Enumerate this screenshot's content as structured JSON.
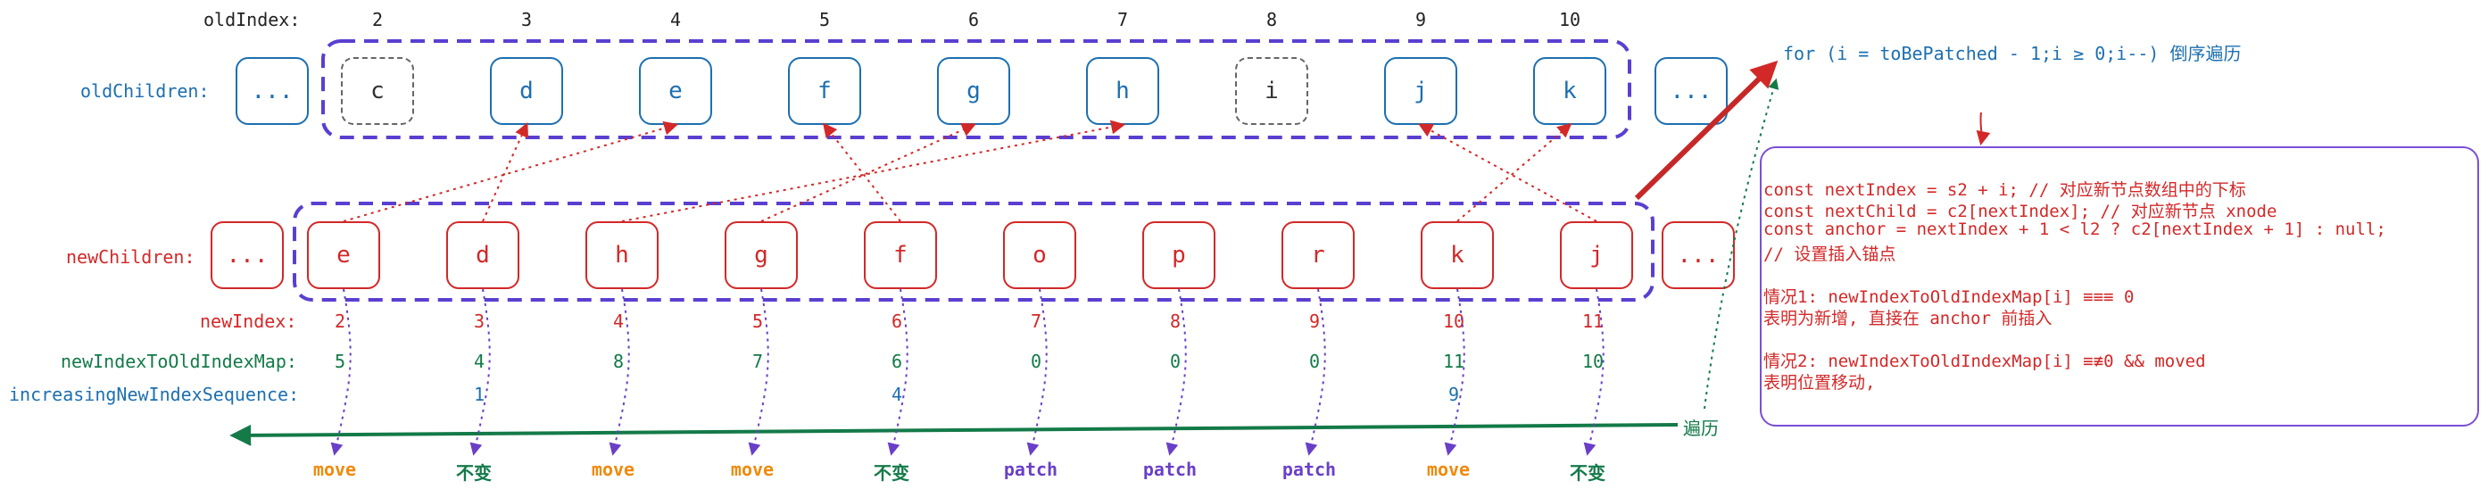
{
  "labels": {
    "old_index": "oldIndex:",
    "old_children": "oldChildren:",
    "new_children": "newChildren:",
    "new_index": "newIndex:",
    "map": "newIndexToOldIndexMap:",
    "sequence": "increasingNewIndexSequence:",
    "traverse": "遍历"
  },
  "ellipsis": "...",
  "old_indices": [
    "2",
    "3",
    "4",
    "5",
    "6",
    "7",
    "8",
    "9",
    "10"
  ],
  "old_nodes": [
    "c",
    "d",
    "e",
    "f",
    "g",
    "h",
    "i",
    "j",
    "k"
  ],
  "new_nodes": [
    "e",
    "d",
    "h",
    "g",
    "f",
    "o",
    "p",
    "r",
    "k",
    "j"
  ],
  "new_indices": [
    "2",
    "3",
    "4",
    "5",
    "6",
    "7",
    "8",
    "9",
    "10",
    "11"
  ],
  "map_values": [
    "5",
    "4",
    "8",
    "7",
    "6",
    "0",
    "0",
    "0",
    "11",
    "10"
  ],
  "sequence_values": [
    "",
    "1",
    "",
    "",
    "4",
    "",
    "",
    "",
    "9",
    ""
  ],
  "actions": [
    "move",
    "不变",
    "move",
    "move",
    "不变",
    "patch",
    "patch",
    "patch",
    "move",
    "不变"
  ],
  "loop_text": "for (i = toBePatched - 1;i ≥ 0;i--) 倒序遍历",
  "info": {
    "line1": "const nextIndex = s2 + i; // 对应新节点数组中的下标",
    "line2": "const nextChild = c2[nextIndex]; // 对应新节点 xnode",
    "line3": "const anchor = nextIndex + 1 < l2 ? c2[nextIndex + 1] : null;",
    "line4": "// 设置插入锚点",
    "case1_title": "情况1: newIndexToOldIndexMap[i] ≡≡≡ 0",
    "case1_desc": "表明为新增, 直接在 anchor 前插入",
    "case2_title": "情况2: newIndexToOldIndexMap[i] ≡≢0 && moved",
    "case2_desc": "表明位置移动,"
  },
  "colors": {
    "old": "#1d6fb0",
    "new": "#d32828",
    "purple": "#5a3fd0",
    "green": "#137a48",
    "move": "#f08a0c",
    "keep": "#137a48",
    "patch": "#6a3fc8"
  }
}
